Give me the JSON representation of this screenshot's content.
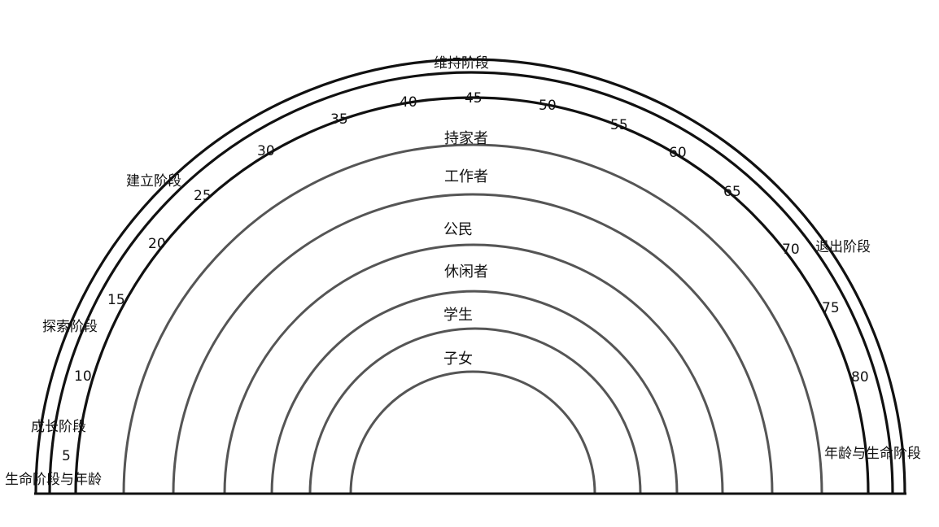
{
  "stages": {
    "growth": "成长阶段",
    "exploration": "探索阶段",
    "establishment": "建立阶段",
    "maintenance": "维持阶段",
    "disengagement": "退出阶段"
  },
  "corner_labels": {
    "left": "生命阶段与年龄",
    "right": "年龄与生命阶段"
  },
  "ages": [
    "5",
    "10",
    "15",
    "20",
    "25",
    "30",
    "35",
    "40",
    "45",
    "50",
    "55",
    "60",
    "65",
    "70",
    "75",
    "80"
  ],
  "roles": [
    "持家者",
    "工作者",
    "公民",
    "休闲者",
    "学生",
    "子女"
  ],
  "colors": {
    "outer_arcs": "#111111",
    "role_arcs": "#555555"
  }
}
